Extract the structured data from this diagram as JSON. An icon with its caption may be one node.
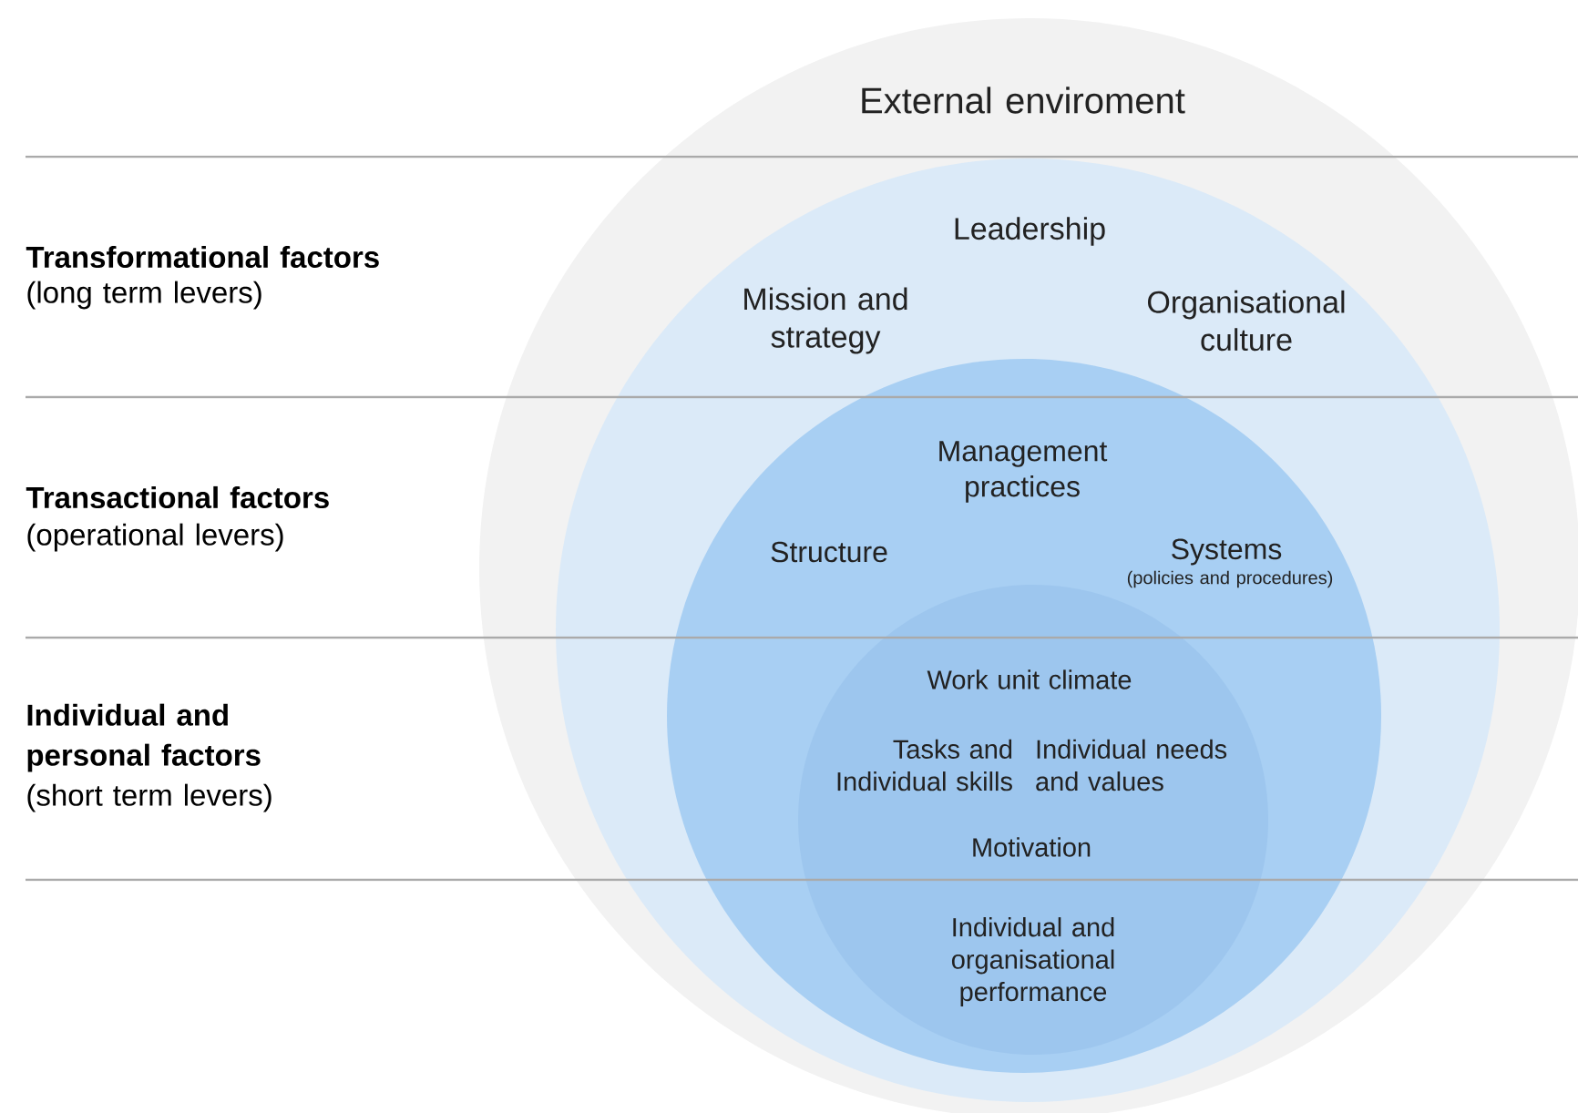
{
  "diagram": {
    "nodes": [
      {
        "text": [
          "External enviroment"
        ]
      },
      {
        "text": [
          "Leadership",
          "Mission and strategy",
          "Organisational culture"
        ],
        "in": 0
      },
      {
        "text": [
          "Management practices",
          "Structure",
          "Systems",
          "(policies and procedures)"
        ],
        "in": 1
      },
      {
        "text": [
          "Work unit climate",
          "Tasks and Individual skills",
          "Individual needs and values",
          "Motivation",
          "Individual and organisational performance"
        ],
        "in": 2
      }
    ],
    "labels": [
      "Transformational factors",
      "(long term levers)",
      "Transactional factors",
      "(operational levers)",
      "Individual and personal factors",
      "(short term levers)"
    ]
  }
}
